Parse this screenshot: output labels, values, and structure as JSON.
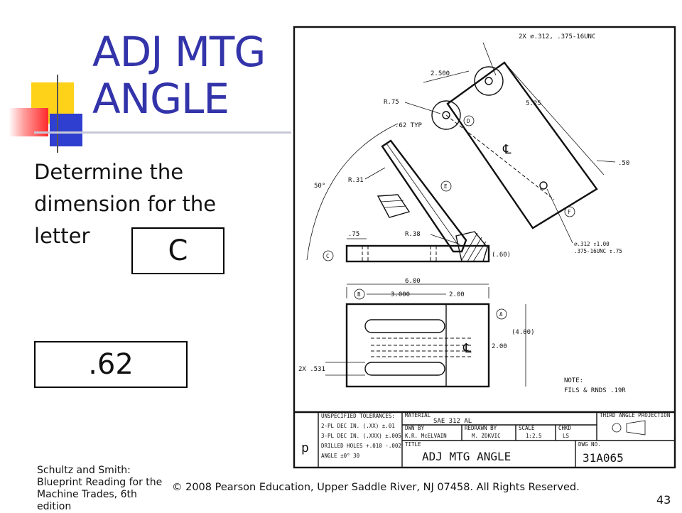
{
  "slide": {
    "title": "ADJ MTG ANGLE",
    "question": "Determine the dimension for the letter",
    "letter": "C",
    "answer": ".62",
    "attribution": "Schultz and Smith: Blueprint Reading for the Machine Trades, 6th edition",
    "copyright": "© 2008 Pearson Education, Upper Saddle River, NJ 07458. All Rights Reserved.",
    "page_number": "43"
  },
  "drawing": {
    "dims": {
      "holes": "2X ⌀.312, .375-16UNC",
      "d2500": "2.500",
      "r75": "R.75",
      "d525": "5.25",
      "typ": ".62 TYP",
      "d50": ".50",
      "angle": "50°",
      "r31": "R.31",
      "d75": ".75",
      "r38": "R.38",
      "d60": "(.60)",
      "tap1": "⌀.312 ↧1.00",
      "tap2": ".375-16UNC ↧.75",
      "d600": "6.00",
      "d3000": "3.000",
      "d200": "2.00",
      "d400": "(4.00)",
      "d200v": "2.00",
      "d531": "2X .531",
      "note": "NOTE:",
      "fils": "FILS & RNDS .19R"
    },
    "callouts": {
      "a": "A",
      "b": "B",
      "c": "C",
      "d": "D",
      "e": "E",
      "f": "F"
    },
    "centerline": "℄",
    "title_block": {
      "tol_header": "UNSPECIFIED TOLERANCES:",
      "tol1": "2-PL DEC IN. (.XX) ±.01",
      "tol2": "3-PL DEC IN. (.XXX) ±.005",
      "tol3": "DRILLED HOLES +.010 -.002",
      "tol4": "ANGLE ±0° 30",
      "material_label": "MATERIAL",
      "material": "SAE 312 AL",
      "drawn_label": "DWN BY",
      "drawn": "K.R. McELVAIN",
      "redrawn_label": "REDRAWN BY",
      "redrawn": "M. ZOKVIC",
      "scale_label": "SCALE",
      "scale": "1:2.5",
      "chkd_label": "CHKD",
      "chkd": "LS",
      "title_label": "TITLE",
      "title": "ADJ MTG ANGLE",
      "dwg_label": "DWG NO.",
      "dwg": "31A065",
      "projection": "THIRD ANGLE PROJECTION"
    }
  }
}
